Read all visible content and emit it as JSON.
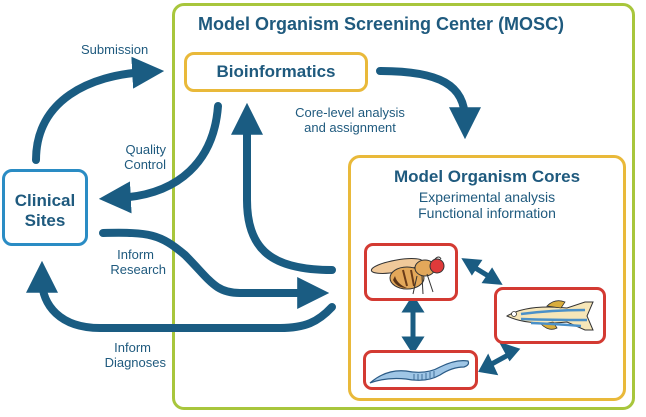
{
  "title": "Model Organism Screening Center (MOSC)",
  "nodes": {
    "bioinformatics": "Bioinformatics",
    "clinical_line1": "Clinical",
    "clinical_line2": "Sites",
    "cores_title": "Model Organism Cores",
    "cores_line1": "Experimental analysis",
    "cores_line2": "Functional information"
  },
  "organisms": [
    {
      "name": "fruit fly"
    },
    {
      "name": "zebrafish"
    },
    {
      "name": "nematode worm"
    }
  ],
  "edge_labels": {
    "submission": "Submission",
    "quality_line1": "Quality",
    "quality_line2": "Control",
    "core_line1": "Core-level analysis",
    "core_line2": "and assignment",
    "inform_research_line1": "Inform",
    "inform_research_line2": "Research",
    "inform_diag_line1": "Inform",
    "inform_diag_line2": "Diagnoses"
  },
  "colors": {
    "arrow": "#1a5c82",
    "outer_border": "#a8c63c",
    "inner_border": "#e9b93a",
    "clinical_border": "#2a8cc4",
    "organism_border": "#d33a32",
    "text": "#1f5a7e"
  }
}
